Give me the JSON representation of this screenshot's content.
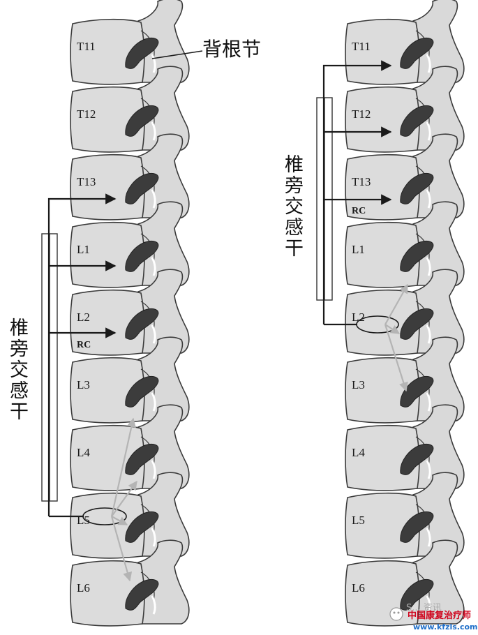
{
  "left_panel": {
    "vertebrae": [
      "T11",
      "T12",
      "T13",
      "L1",
      "L2",
      "",
      "L3",
      "L4",
      "L5",
      "L6"
    ],
    "rc_label": "RC",
    "chain_label": [
      "椎",
      "旁",
      "交",
      "感",
      "干"
    ],
    "drg_label": "背根节"
  },
  "right_panel": {
    "vertebrae": [
      "T11",
      "T12",
      "T13",
      "L1",
      "L2",
      "L3",
      "L4",
      "L5",
      "L6"
    ],
    "rc_label": "RC",
    "chain_label": [
      "椎",
      "旁",
      "交",
      "感",
      "干"
    ]
  },
  "watermark": {
    "line1": "中国康复治疗师",
    "line2": "www.kfzls.com",
    "faded": "S... 资讯"
  },
  "colors": {
    "bone_fill": "#dcdcdc",
    "bone_stroke": "#3a3a3a",
    "ganglion": "#3c3c3c",
    "arrow_black": "#1a1a1a",
    "arrow_gray": "#b4b4b4"
  }
}
